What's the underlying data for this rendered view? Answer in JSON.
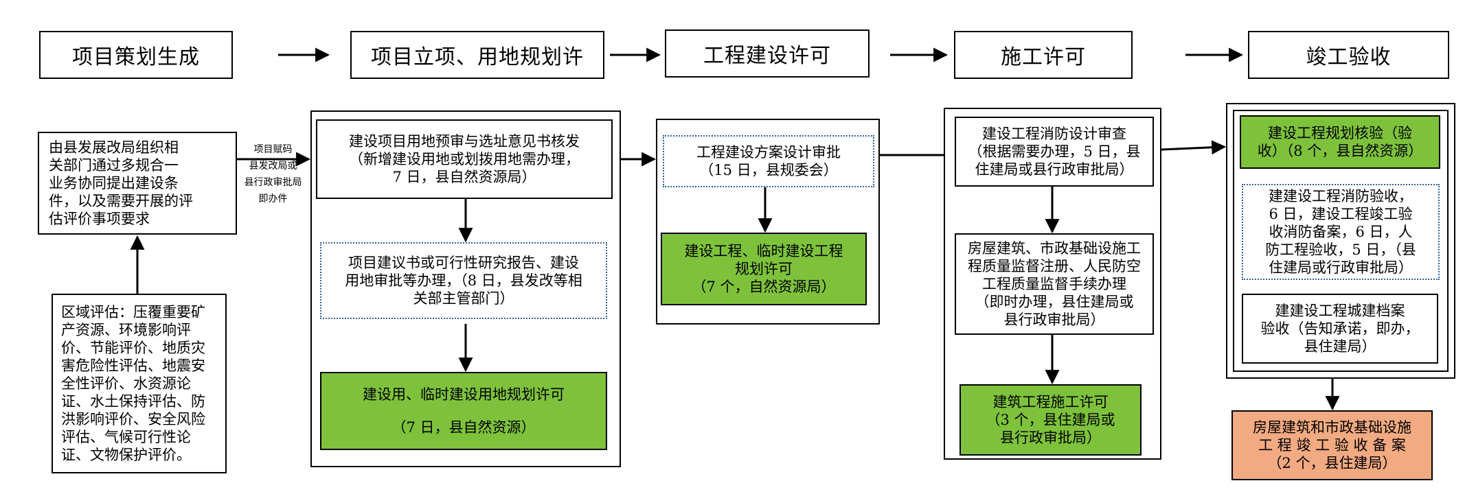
{
  "stages": [
    "项目策划生成",
    "项目立项、用地规划许",
    "工程建设许可",
    "施工许可",
    "竣工验收"
  ],
  "col1": {
    "main": "由县发展改局组织相\n关部门通过多规合一\n业务协同提出建设条\n件，以及需要开展的评\n估评价事项要求",
    "assessment": "区域评估：压覆重要矿\n产资源、环境影响评\n价、节能评价、地质灾\n害危险性评估、地震安\n全性评价、水资源论\n证、水土保持评估、防\n洪影响评价、安全风险\n评估、气候可行性论\n证、文物保护评价。",
    "connector_label": "项目赋码\n县发改局或\n县行政审批局\n即办件"
  },
  "col2": {
    "site": "建设项目用地预审与选址意见书核发\n（新增建设用地或划拨用地需办理，\n7 日，县自然资源局）",
    "proposal": "项目建议书或可行性研究报告、建设\n用地审批等办理，（8 日，县发改等相\n关部主管部门）",
    "permit_line1": "建设用、临时建设用地规划许可",
    "permit_line2": "（7 日，县自然资源）"
  },
  "col3": {
    "design": "工程建设方案设计审批\n（15 日，县规委会）",
    "permit": "建设工程、临时建设工程\n规划许可\n（7 个，自然资源局）"
  },
  "col4": {
    "fire": "建设工程消防设计审查\n（根据需要办理，5 日，县\n住建局或县行政审批局）",
    "quality": "房屋建筑、市政基础设施工\n程质量监督注册、人民防空\n工程质量监督手续办理\n（即时办理，县住建局或\n县行政审批局）",
    "permit": "建筑工程施工许可\n（3 个，县住建局或\n县行政审批局）"
  },
  "col5": {
    "planning": "建设工程规划核验（验\n收）（8 个，县自然资源）",
    "fire_accept": "建建设工程消防验收，\n6 日，建设工程竣工验\n收消防备案，6 日，人\n防工程验收，5 日，（县\n住建局或行政审批局）",
    "archive": "建建设工程城建档案\n验收（告知承诺，即办，\n县住建局）",
    "record": "房屋建筑和市政基础设施\n工 程 竣 工 验 收 备 案\n（2 个，县住建局）"
  }
}
